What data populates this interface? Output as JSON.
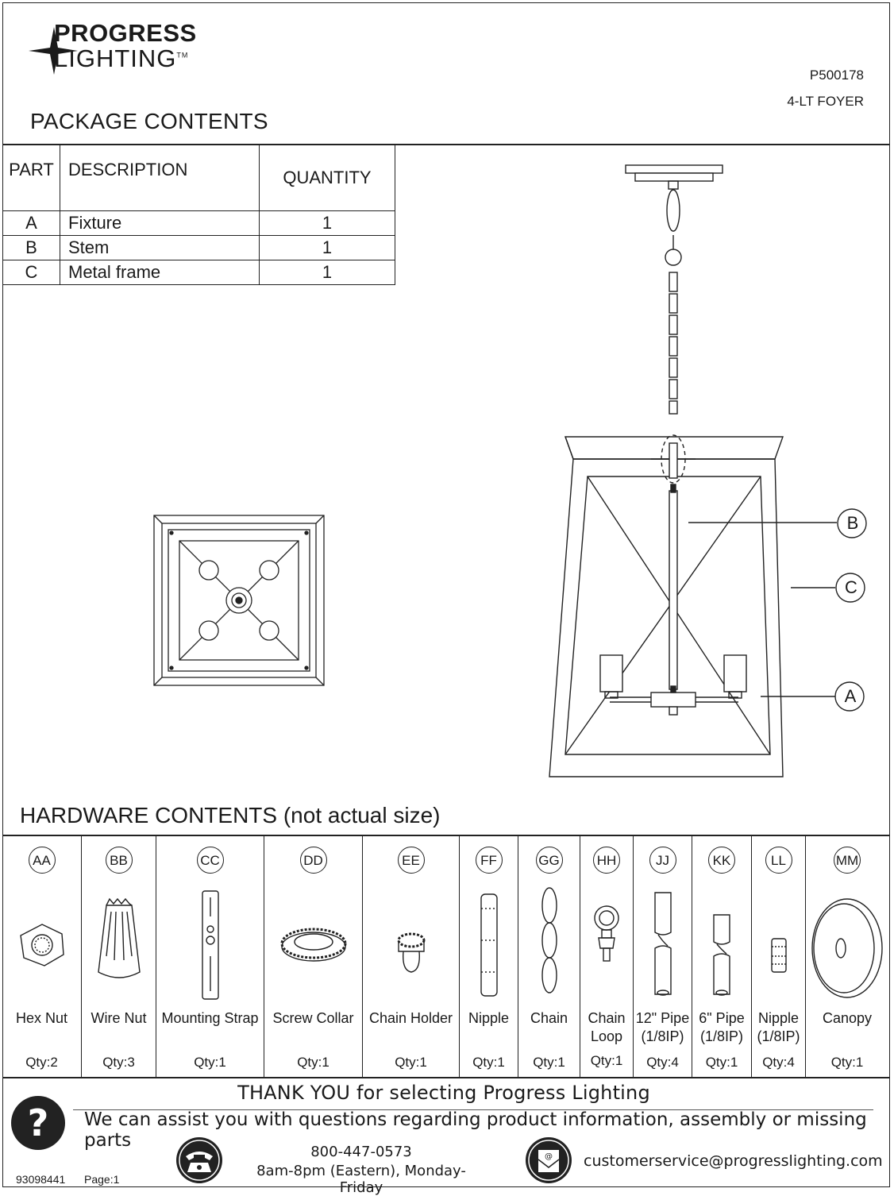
{
  "header": {
    "brand_line1": "PROGRESS",
    "brand_line2": "LIGHTING",
    "trademark": "TM",
    "model_number": "P500178",
    "model_name": "4-LT FOYER",
    "title": "PACKAGE CONTENTS"
  },
  "parts_table": {
    "headers": [
      "PART",
      "DESCRIPTION",
      "QUANTITY"
    ],
    "rows": [
      {
        "part": "A",
        "description": "Fixture",
        "quantity": "1"
      },
      {
        "part": "B",
        "description": "Stem",
        "quantity": "1"
      },
      {
        "part": "C",
        "description": "Metal frame",
        "quantity": "1"
      }
    ]
  },
  "callouts": [
    "B",
    "C",
    "A"
  ],
  "hardware": {
    "title": "HARDWARE CONTENTS (not actual size)",
    "items": [
      {
        "code": "AA",
        "name": "Hex Nut",
        "name2": "",
        "qty": "Qty:2",
        "icon": "hex-nut-icon"
      },
      {
        "code": "BB",
        "name": "Wire Nut",
        "name2": "",
        "qty": "Qty:3",
        "icon": "wire-nut-icon"
      },
      {
        "code": "CC",
        "name": "Mounting Strap",
        "name2": "",
        "qty": "Qty:1",
        "icon": "mounting-strap-icon"
      },
      {
        "code": "DD",
        "name": "Screw Collar",
        "name2": "",
        "qty": "Qty:1",
        "icon": "screw-collar-icon"
      },
      {
        "code": "EE",
        "name": "Chain Holder",
        "name2": "",
        "qty": "Qty:1",
        "icon": "chain-holder-icon"
      },
      {
        "code": "FF",
        "name": "Nipple",
        "name2": "",
        "qty": "Qty:1",
        "icon": "nipple-icon"
      },
      {
        "code": "GG",
        "name": "Chain",
        "name2": "",
        "qty": "Qty:1",
        "icon": "chain-icon"
      },
      {
        "code": "HH",
        "name": "Chain",
        "name2": "Loop",
        "qty": "Qty:1",
        "icon": "chain-loop-icon"
      },
      {
        "code": "JJ",
        "name": "12\" Pipe",
        "name2": "(1/8IP)",
        "qty": "Qty:4",
        "icon": "pipe-12-icon"
      },
      {
        "code": "KK",
        "name": "6\" Pipe",
        "name2": "(1/8IP)",
        "qty": "Qty:1",
        "icon": "pipe-6-icon"
      },
      {
        "code": "LL",
        "name": "Nipple",
        "name2": "(1/8IP)",
        "qty": "Qty:4",
        "icon": "small-nipple-icon"
      },
      {
        "code": "MM",
        "name": "Canopy",
        "name2": "",
        "qty": "Qty:1",
        "icon": "canopy-icon"
      }
    ]
  },
  "footer": {
    "thanks": "THANK YOU for selecting Progress Lighting",
    "assist": "We can assist you with questions regarding product information, assembly or missing parts",
    "phone": "800-447-0573",
    "hours": "8am-8pm (Eastern), Monday-Friday",
    "email": "customerservice@progresslighting.com",
    "doc_number": "93098441",
    "page": "Page:1"
  }
}
